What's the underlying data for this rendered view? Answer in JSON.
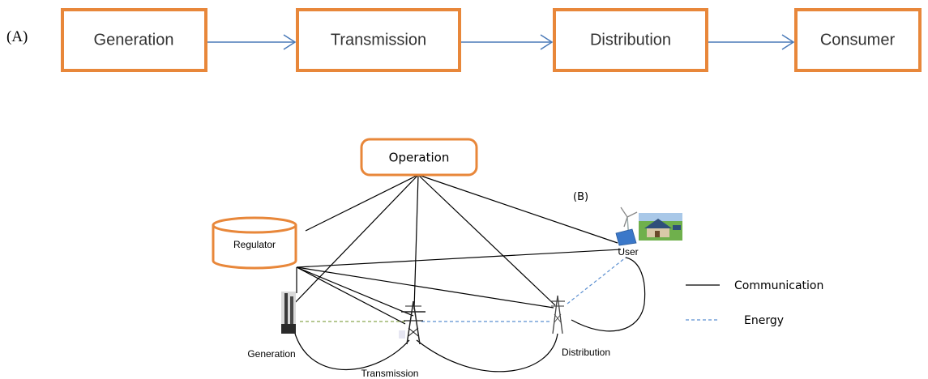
{
  "panel_a": {
    "label": "(A)",
    "stages": [
      "Generation",
      "Transmission",
      "Distribution",
      "Consumer"
    ]
  },
  "panel_b": {
    "label": "(B)",
    "nodes": {
      "operation": "Operation",
      "regulator": "Regulator",
      "user": "User",
      "generation": "Generation",
      "transmission": "Transmission",
      "distribution": "Distribution"
    },
    "legend": {
      "communication": "Communication",
      "energy": "Energy"
    }
  },
  "colors": {
    "box_border": "#e8873a",
    "arrow": "#4a7ab8",
    "energy_line": "#5b8fd0",
    "energy_line_green": "#8aa852",
    "communication_line": "#000000"
  }
}
